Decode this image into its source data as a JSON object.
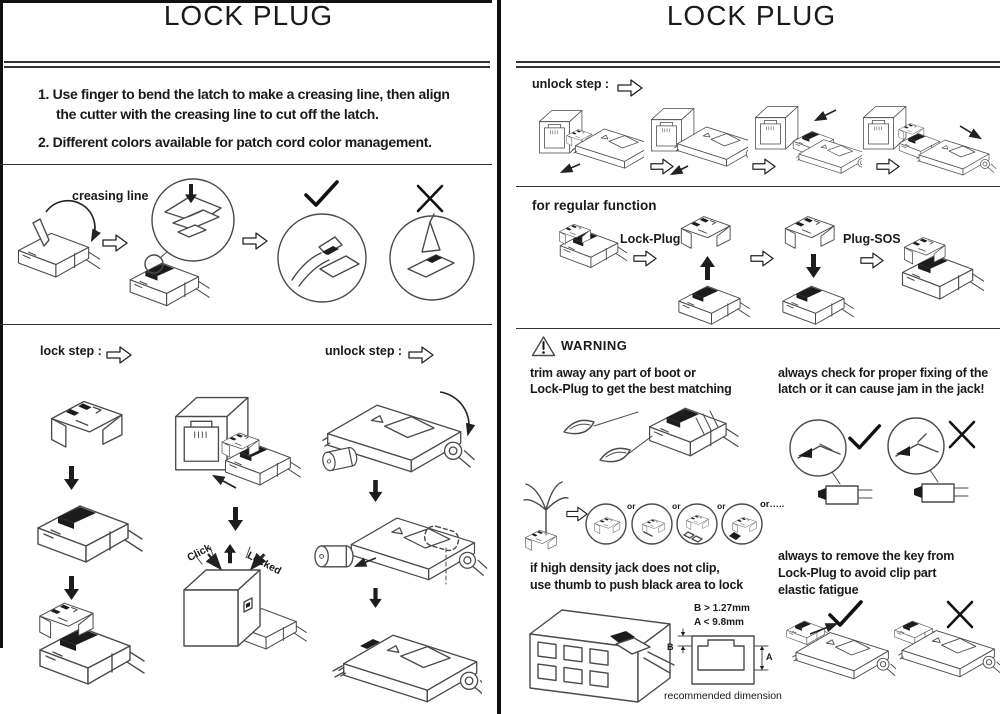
{
  "page_left": {
    "title": "LOCK PLUG",
    "step1_line1": "1. Use finger to bend the latch to make a creasing line, then align",
    "step1_line2": "the cutter with the creasing line to cut off the latch.",
    "step2": "2. Different colors available for patch cord color management.",
    "creasing_line_label": "creasing line",
    "lock_step_label": "lock step :",
    "unlock_step_label": "unlock step :",
    "click_label": "Click",
    "locked_label": "Locked"
  },
  "page_right": {
    "title": "LOCK PLUG",
    "unlock_step_label": "unlock step :",
    "regular_function_label": "for regular function",
    "lock_plug_label": "Lock-Plug",
    "plug_sos_label": "Plug-SOS",
    "warning_title": "WARNING",
    "warn_trim_line1": "trim away any part of boot or",
    "warn_trim_line2": "Lock-Plug to get the best matching",
    "warn_fix_line1": "always check for proper fixing of the",
    "warn_fix_line2": "latch or it can cause jam in the jack!",
    "or_label": "or",
    "or_more_label": "or…..",
    "warn_jack_line1": "if high density jack does not clip,",
    "warn_jack_line2": "use thumb to push black area to lock",
    "warn_key_line1": "always to remove the key from",
    "warn_key_line2": "Lock-Plug to avoid clip part",
    "warn_key_line3": "elastic fatigue",
    "dim_b_text": "B > 1.27mm",
    "dim_a_text": "A < 9.8mm",
    "dim_b_letter": "B",
    "dim_a_letter": "A",
    "recommended_dimension_label": "recommended dimension"
  }
}
